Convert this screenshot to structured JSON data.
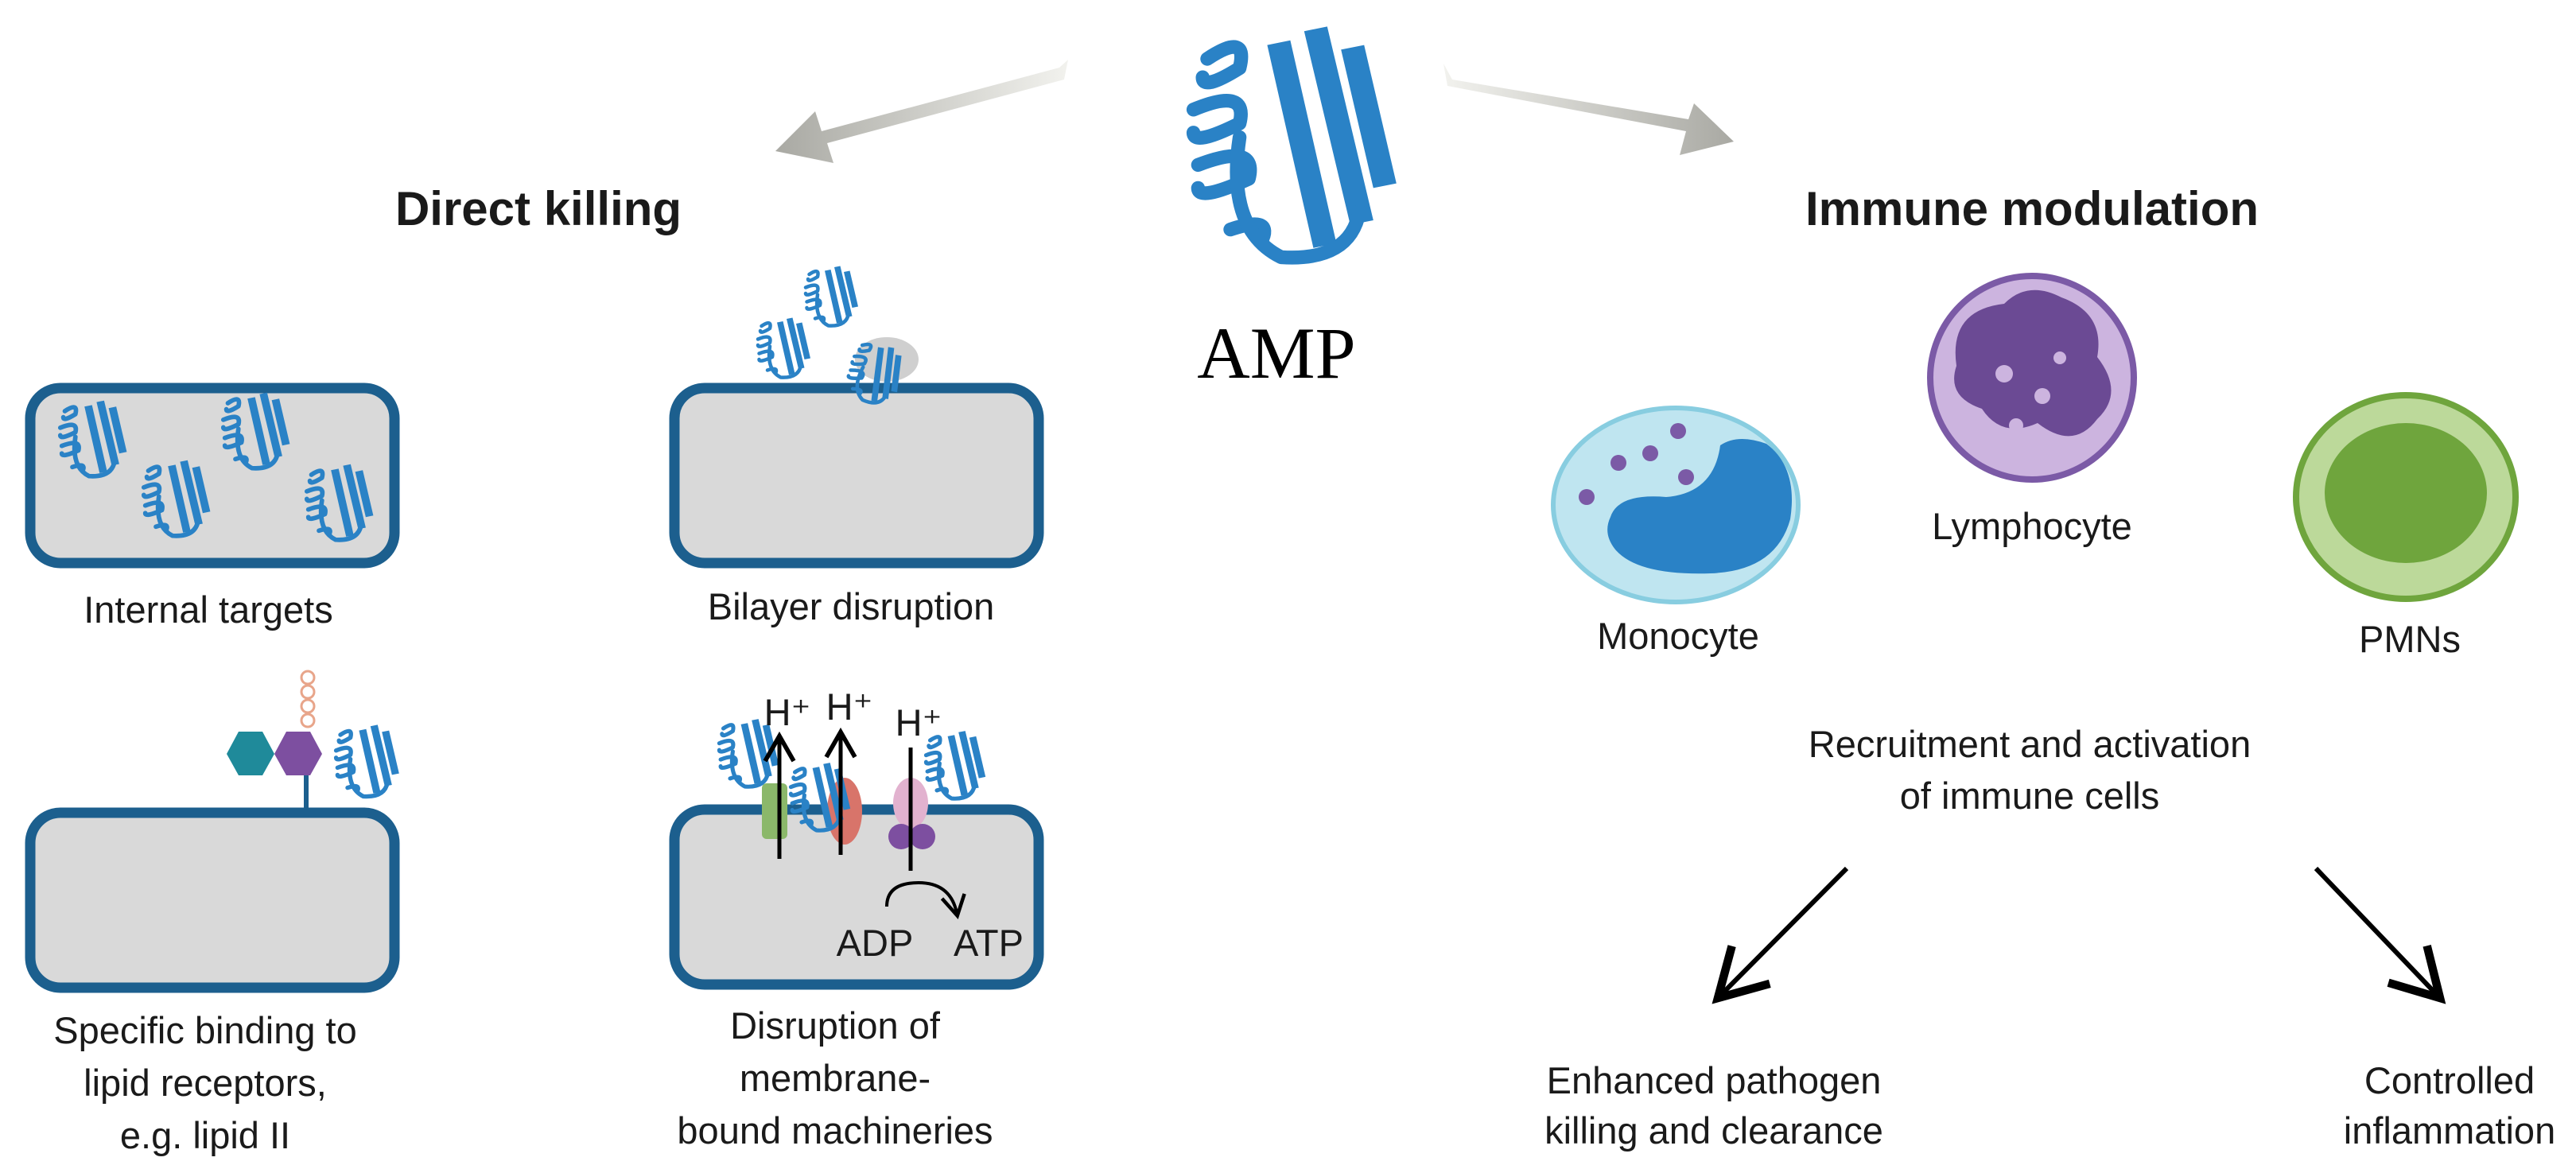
{
  "center": {
    "label": "AMP"
  },
  "left": {
    "heading": "Direct killing",
    "panels": {
      "internal": [
        "Internal targets"
      ],
      "bilayer": [
        "Bilayer disruption"
      ],
      "lipid": [
        "Specific binding to",
        "lipid receptors,",
        "e.g. lipid II"
      ],
      "machinery": [
        "Disruption of",
        "membrane-",
        "bound machineries"
      ]
    },
    "machinery_labels": {
      "proton": "H⁺",
      "adp": "ADP",
      "atp": "ATP"
    }
  },
  "right": {
    "heading": "Immune modulation",
    "cells": {
      "monocyte": "Monocyte",
      "lymphocyte": "Lymphocyte",
      "pmns": "PMNs"
    },
    "recruitment": [
      "Recruitment and activation",
      "of immune cells"
    ],
    "outcomes": {
      "pathogen": [
        "Enhanced pathogen",
        "killing and clearance"
      ],
      "inflammation": [
        "Controlled",
        "inflammation"
      ]
    }
  },
  "colors": {
    "peptide": "#2a82c6",
    "cell_fill": "#d9d9d9",
    "cell_border": "#1c5f8e",
    "monocyte": "#2a82c6",
    "lymphocyte": "#7b5aa6",
    "pmn": "#76b043"
  }
}
